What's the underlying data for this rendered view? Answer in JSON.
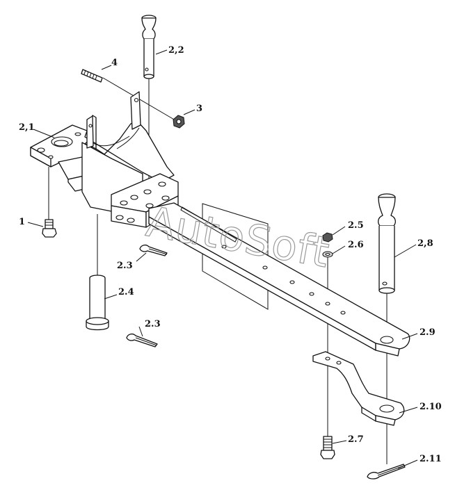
{
  "watermark": "AutoSoft",
  "labels": {
    "l_2_2": "2,2",
    "l_4": "4",
    "l_3": "3",
    "l_2_1": "2,1",
    "l_1": "1",
    "l_2_3a": "2.3",
    "l_2_4": "2.4",
    "l_2_3b": "2.3",
    "l_2_5": "2.5",
    "l_2_6": "2.6",
    "l_2_8": "2,8",
    "l_2_9": "2.9",
    "l_2_10": "2.10",
    "l_2_7": "2.7",
    "l_2_11": "2.11"
  },
  "icons": [
    "bracket-icon",
    "pin-icon",
    "bolt-icon",
    "nut-icon",
    "drawbar-icon",
    "link-plate-icon",
    "cotter-pin-icon",
    "washer-icon"
  ]
}
